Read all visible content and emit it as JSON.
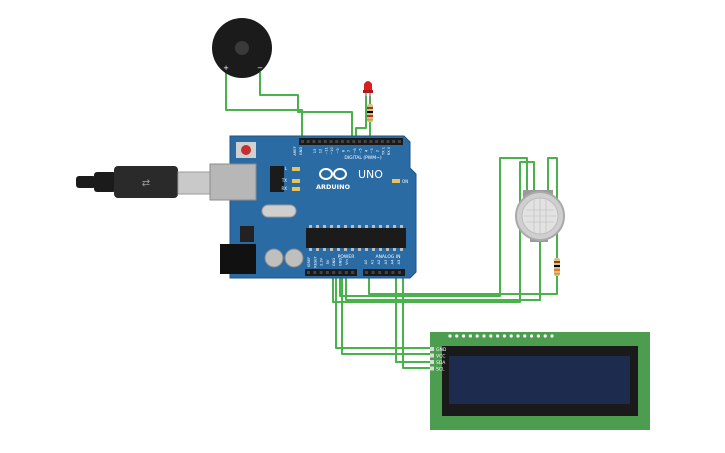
{
  "board": {
    "logo_text": "ARDUINO",
    "model_text": "UNO",
    "digital_header": "DIGITAL (PWM~)",
    "power_header": "POWER",
    "analog_header": "ANALOG IN",
    "on_label": "ON",
    "tx_label": "TX",
    "rx_label": "RX",
    "l_label": "L",
    "aref_label": "AREF",
    "gnd_label": "GND",
    "digital_pins": [
      "13",
      "12",
      "~11",
      "~10",
      "~9",
      "8",
      "7",
      "~6",
      "~5",
      "4",
      "~3",
      "2",
      "TX 1",
      "RX 0"
    ],
    "power_pins": [
      "IOREF",
      "RESET",
      "3.3V",
      "5V",
      "GND",
      "GND",
      "Vin"
    ],
    "analog_pins": [
      "A0",
      "A1",
      "A2",
      "A3",
      "A4",
      "A5"
    ]
  },
  "buzzer": {
    "plus": "+",
    "minus": "−"
  },
  "lcd": {
    "pins": [
      "GND",
      "VCC",
      "SDA",
      "SCL"
    ]
  },
  "colors": {
    "board": "#2b6ba3",
    "board_edge": "#1e5584",
    "wire": "#49b24a",
    "lcd_pcb": "#4c9d4f",
    "lcd_screen": "#1c2b4e",
    "led": "#d42020"
  }
}
